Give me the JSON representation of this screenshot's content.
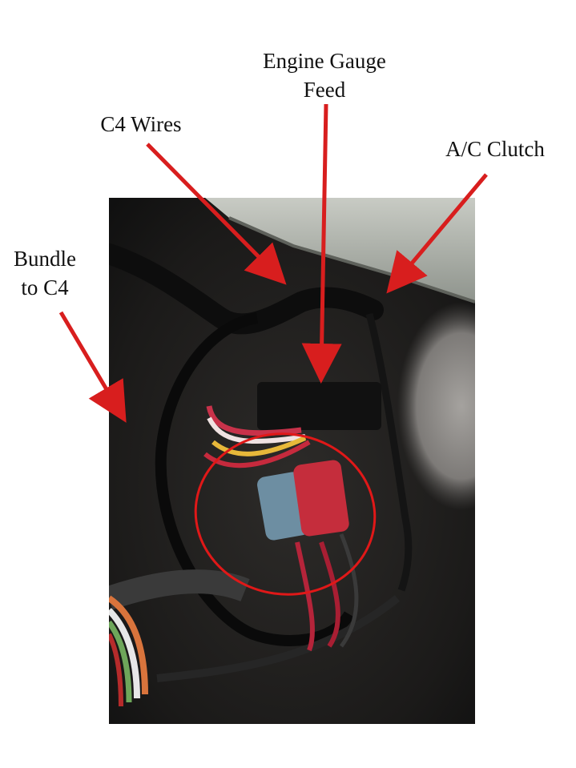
{
  "labels": {
    "engine_gauge_feed": "Engine Gauge\nFeed",
    "c4_wires": "C4 Wires",
    "ac_clutch": "A/C Clutch",
    "bundle_to_c4": "Bundle\nto C4"
  },
  "colors": {
    "arrow": "#d81e1e",
    "highlight": "#e01818",
    "engine_bay": "#1c1c1c"
  }
}
